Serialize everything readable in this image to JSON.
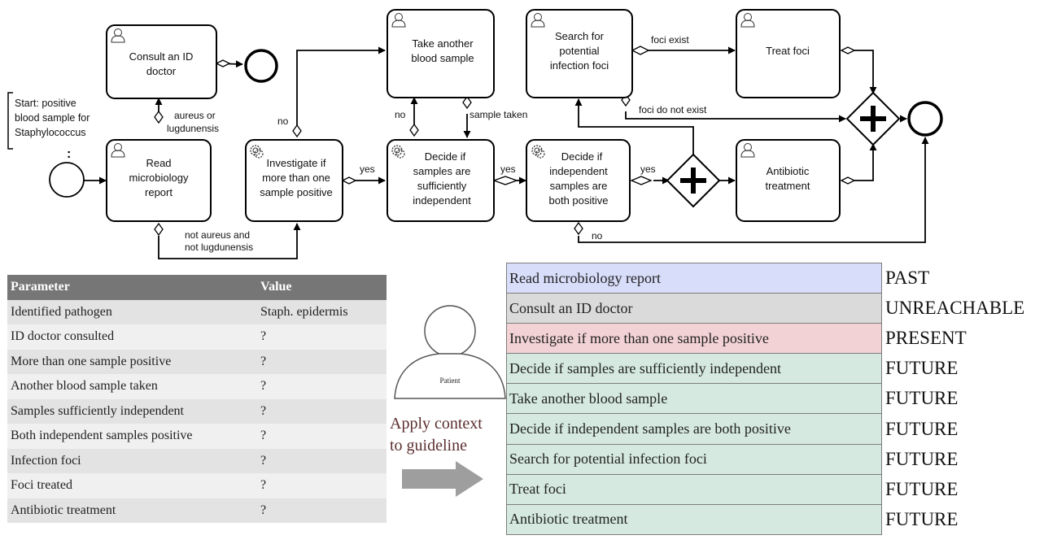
{
  "diagram": {
    "start_note": [
      "Start: positive",
      "blood sample for",
      "Staphylococcus"
    ],
    "tasks": {
      "consult": [
        "Consult an ID",
        "doctor"
      ],
      "read": [
        "Read",
        "microbiology",
        "report"
      ],
      "investigate": [
        "Investigate if",
        "more than one",
        "sample positive"
      ],
      "take": [
        "Take another",
        "blood sample"
      ],
      "decide_indep": [
        "Decide if",
        "samples are",
        "sufficiently",
        "independent"
      ],
      "decide_both": [
        "Decide if",
        "independent",
        "samples are",
        "both positive"
      ],
      "search": [
        "Search for",
        "potential",
        "infection foci"
      ],
      "treat": [
        "Treat foci"
      ],
      "antibiotic": [
        "Antibiotic",
        "treatment"
      ]
    },
    "flows": {
      "aureus": [
        "aureus or",
        "lugdunensis"
      ],
      "not_aureus": [
        "not aureus and",
        "not lugdunensis"
      ],
      "no_top": "no",
      "yes1": "yes",
      "no_mid": "no",
      "sample_taken": "sample taken",
      "yes2": "yes",
      "yes3": "yes",
      "foci_exist": "foci exist",
      "foci_not_exist": "foci do not exist",
      "no_bottom": "no"
    }
  },
  "param_table": {
    "headers": [
      "Parameter",
      "Value"
    ],
    "rows": [
      [
        "Identified pathogen",
        "Staph. epidermis"
      ],
      [
        "ID doctor consulted",
        "?"
      ],
      [
        "More than one sample positive",
        "?"
      ],
      [
        "Another blood sample taken",
        "?"
      ],
      [
        "Samples sufficiently independent",
        "?"
      ],
      [
        "Both independent samples positive",
        "?"
      ],
      [
        "Infection foci",
        "?"
      ],
      [
        "Foci treated",
        "?"
      ],
      [
        "Antibiotic treatment",
        "?"
      ]
    ]
  },
  "patient_label": "Patient",
  "apply_label": [
    "Apply context",
    "to guideline"
  ],
  "state_table": [
    {
      "step": "Read microbiology report",
      "state": "PAST"
    },
    {
      "step": "Consult an ID doctor",
      "state": "UNREACHABLE"
    },
    {
      "step": "Investigate if more than one sample positive",
      "state": "PRESENT"
    },
    {
      "step": "Decide if samples are sufficiently independent",
      "state": "FUTURE"
    },
    {
      "step": "Take another blood sample",
      "state": "FUTURE"
    },
    {
      "step": "Decide if independent samples are both positive",
      "state": "FUTURE"
    },
    {
      "step": "Search for potential infection foci",
      "state": "FUTURE"
    },
    {
      "step": "Treat foci",
      "state": "FUTURE"
    },
    {
      "step": "Antibiotic treatment",
      "state": "FUTURE"
    }
  ],
  "colors": {
    "past": "#d8ddfa",
    "unreachable": "#dadada",
    "present": "#f2d2d4",
    "future": "#d5e9e0",
    "table_header": "#767676",
    "arrow_gray": "#9e9e9e"
  }
}
